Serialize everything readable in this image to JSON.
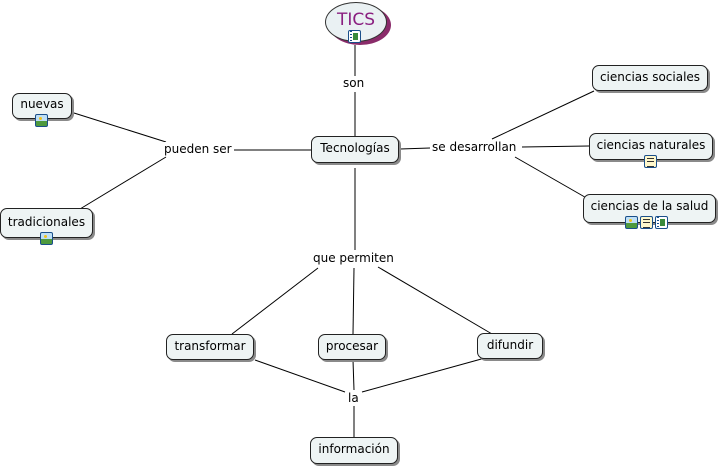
{
  "title": "TICS",
  "center": "Tecnologías",
  "links": {
    "son": "son",
    "pueden_ser": "pueden ser",
    "se_desarrollan": "se desarrollan",
    "que_permiten": "que permiten",
    "la": "la"
  },
  "types": [
    "nuevas",
    "tradicionales"
  ],
  "fields": [
    "ciencias sociales",
    "ciencias naturales",
    "ciencias de la salud"
  ],
  "actions": [
    "transformar",
    "procesar",
    "difundir"
  ],
  "result": "información",
  "icons": {
    "tics": [
      "video-resource-icon"
    ],
    "nuevas": [
      "image-resource-icon"
    ],
    "tradicionales": [
      "image-resource-icon"
    ],
    "ciencias_naturales": [
      "document-resource-icon"
    ],
    "ciencias_de_la_salud": [
      "image-resource-icon",
      "document-resource-icon",
      "video-resource-icon"
    ]
  },
  "colors": {
    "title_text": "#8a1f80",
    "title_shadow": "#8a2b6a",
    "node_fill": "#eef4f4"
  }
}
